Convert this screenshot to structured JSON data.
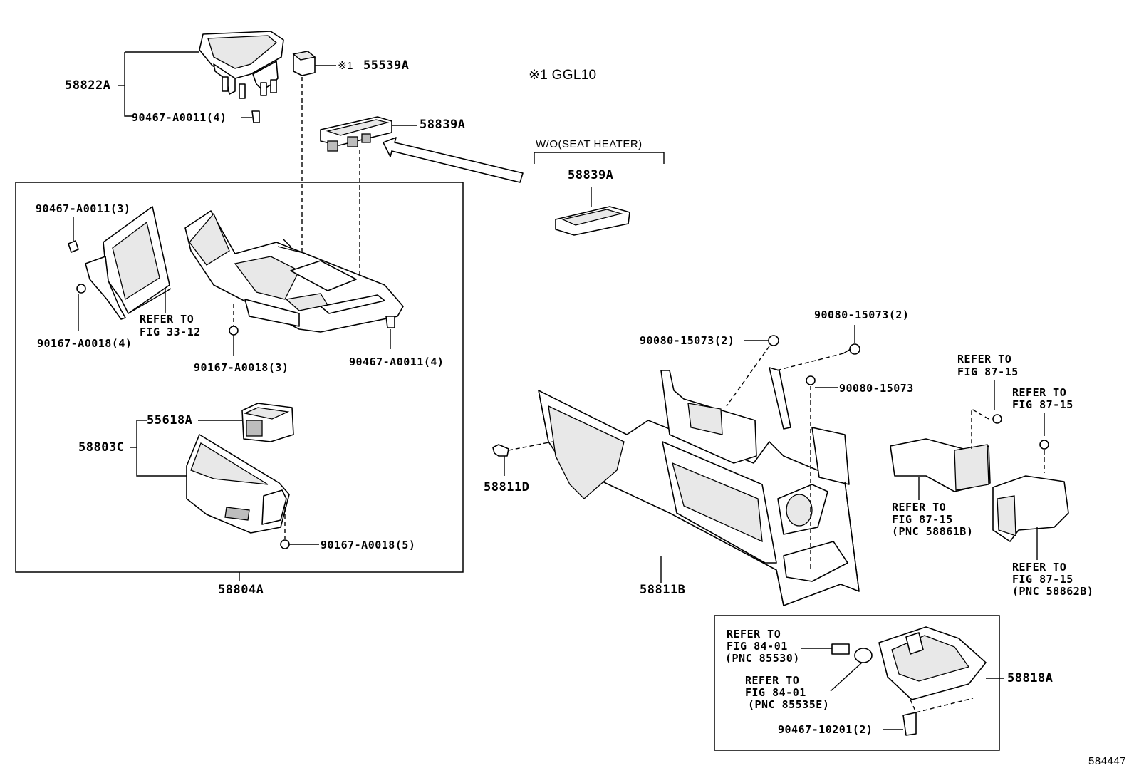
{
  "labels": {
    "p58822A": "58822A",
    "p90467_A0011_4_top": "90467-A0011(4)",
    "p55539A": "55539A",
    "note_marker": "※1",
    "note_ggl10": "※1 GGL10",
    "p58839A_top": "58839A",
    "wo_seat_heater": "W/O(SEAT HEATER)",
    "p58839A_alt": "58839A",
    "p90467_A0011_3": "90467-A0011(3)",
    "p90167_A0018_4": "90167-A0018(4)",
    "refer_fig_33_12_a": "REFER TO",
    "refer_fig_33_12_b": "FIG 33-12",
    "p90167_A0018_3": "90167-A0018(3)",
    "p90467_A0011_4_right": "90467-A0011(4)",
    "p55618A": "55618A",
    "p58803C": "58803C",
    "p90167_A0018_5": "90167-A0018(5)",
    "p58804A": "58804A",
    "p90080_15073_2_left": "90080-15073(2)",
    "p90080_15073_2_top": "90080-15073(2)",
    "p90080_15073": "90080-15073",
    "refer_fig_87_15_a1": "REFER TO",
    "refer_fig_87_15_a2": "FIG 87-15",
    "refer_fig_87_15_b1": "REFER TO",
    "refer_fig_87_15_b2": "FIG 87-15",
    "p58811D": "58811D",
    "refer_pnc_58861b_1": "REFER TO",
    "refer_pnc_58861b_2": "FIG 87-15",
    "refer_pnc_58861b_3": "(PNC 58861B)",
    "refer_pnc_58862b_1": "REFER TO",
    "refer_pnc_58862b_2": "FIG 87-15",
    "refer_pnc_58862b_3": "(PNC 58862B)",
    "p58811B": "58811B",
    "refer_pnc_85530_1": "REFER TO",
    "refer_pnc_85530_2": "FIG 84-01",
    "refer_pnc_85530_3": "(PNC 85530)",
    "refer_pnc_85535e_1": "REFER TO",
    "refer_pnc_85535e_2": "FIG 84-01",
    "refer_pnc_85535e_3": "(PNC 85535E)",
    "p58818A": "58818A",
    "p90467_10201_2": "90467-10201(2)",
    "figure_number": "584447"
  }
}
